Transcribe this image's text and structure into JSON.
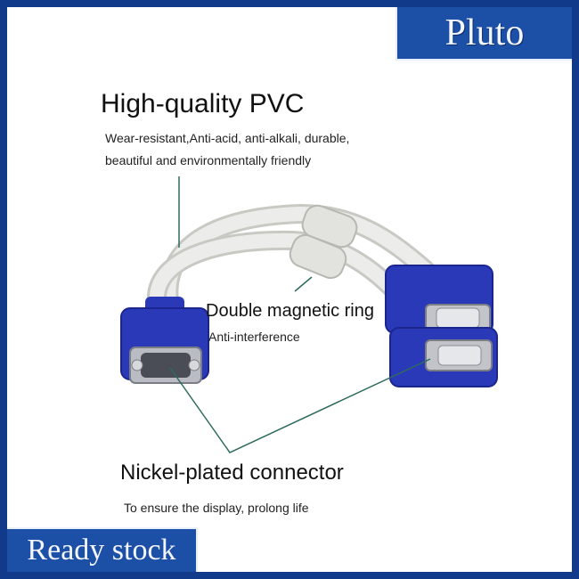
{
  "brand": "Pluto",
  "banner": "Ready stock",
  "features": {
    "pvc": {
      "title": "High-quality PVC",
      "line1": "Wear-resistant,Anti-acid, anti-alkali, durable,",
      "line2": "beautiful and environmentally friendly"
    },
    "magnetic": {
      "title": "Double magnetic ring",
      "line1": "Anti-interference"
    },
    "connector": {
      "title": "Nickel-plated connector",
      "line1": "To ensure the display, prolong life"
    }
  },
  "colors": {
    "frame": "#123a8a",
    "badge": "#1c4fa6",
    "connector_blue": "#2a39b8",
    "cable": "#e4e4e0",
    "leader_line": "#2e6b5e"
  }
}
